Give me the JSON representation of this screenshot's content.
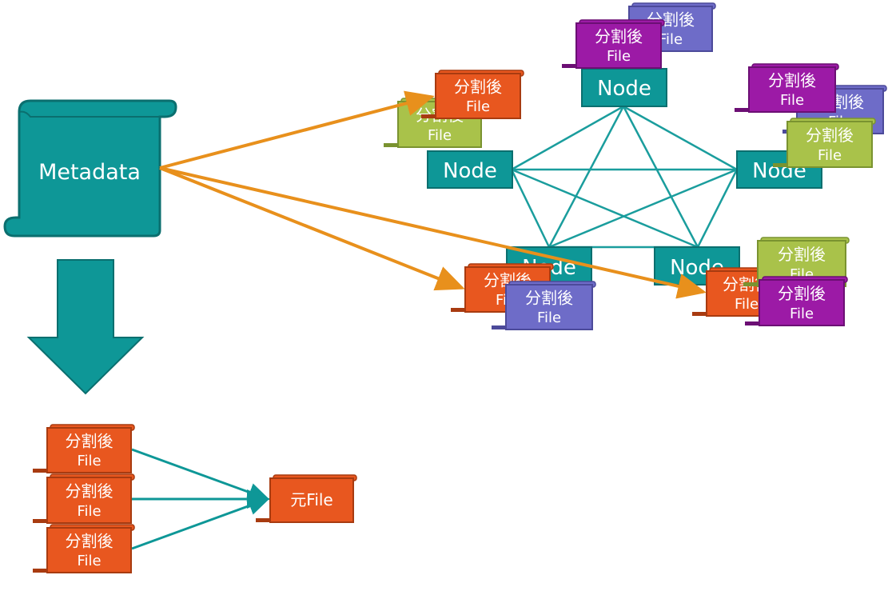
{
  "labels": {
    "metadata": "Metadata",
    "node": "Node",
    "fragment_top": "分割後",
    "fragment_bottom": "File",
    "original_file": "元File"
  },
  "colors": {
    "teal": "#0e9797",
    "teal_dark": "#0b6f6f",
    "orange": "#e8571f",
    "orange_dark": "#a83b10",
    "lime": "#a9c24a",
    "lime_dark": "#7a9330",
    "violet": "#9c1aa6",
    "violet_dark": "#6c0f74",
    "blue": "#6e6cc8",
    "blue_dark": "#4c4a9a",
    "arrow_orange": "#e8901c"
  }
}
